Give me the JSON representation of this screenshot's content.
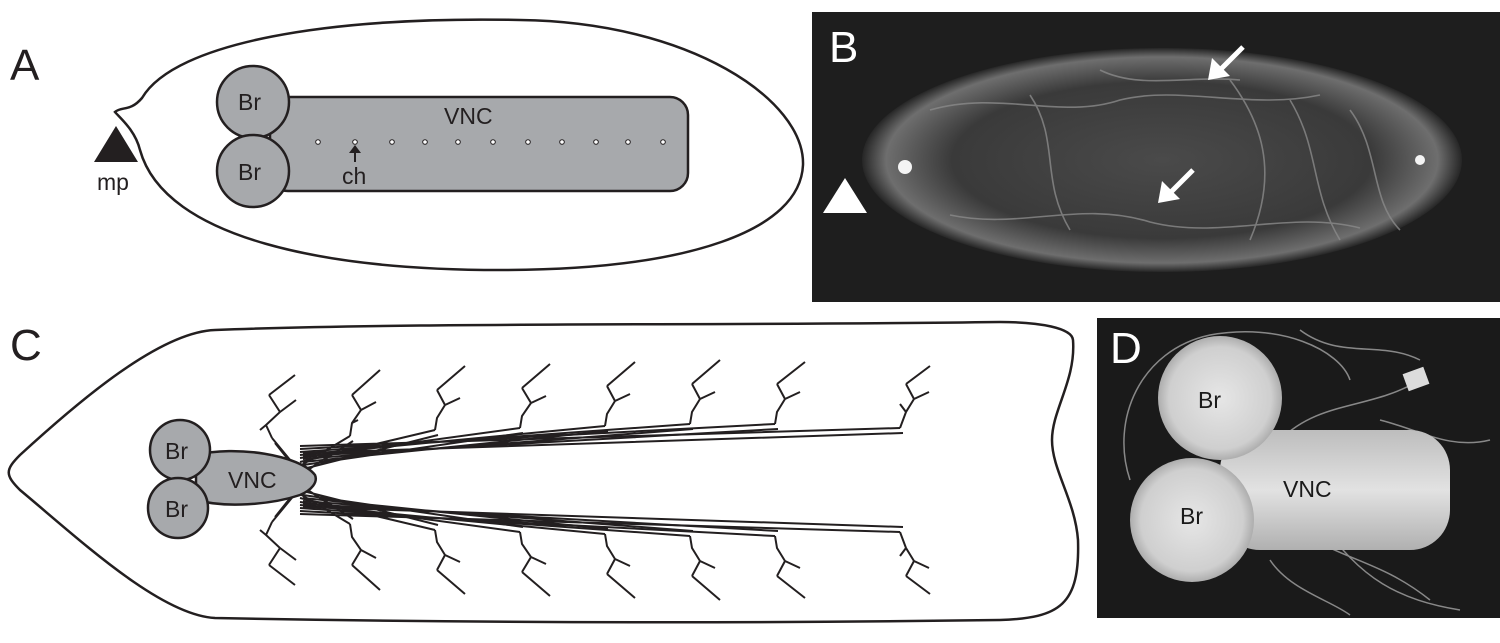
{
  "panels": {
    "a": {
      "letter": "A",
      "brain_top": "Br",
      "brain_bottom": "Br",
      "cord": "VNC",
      "chordotonal": "ch",
      "micropyle": "mp"
    },
    "b": {
      "letter": "B"
    },
    "c": {
      "letter": "C",
      "brain_top": "Br",
      "brain_bottom": "Br",
      "cord": "VNC"
    },
    "d": {
      "letter": "D",
      "brain_top": "Br",
      "brain_bottom": "Br",
      "cord": "VNC"
    }
  },
  "colors": {
    "tissue": "#a7a9ac",
    "outline": "#231f20",
    "photo_bg": "#1e1e1e",
    "photo_glow": "#c8c8c8"
  }
}
